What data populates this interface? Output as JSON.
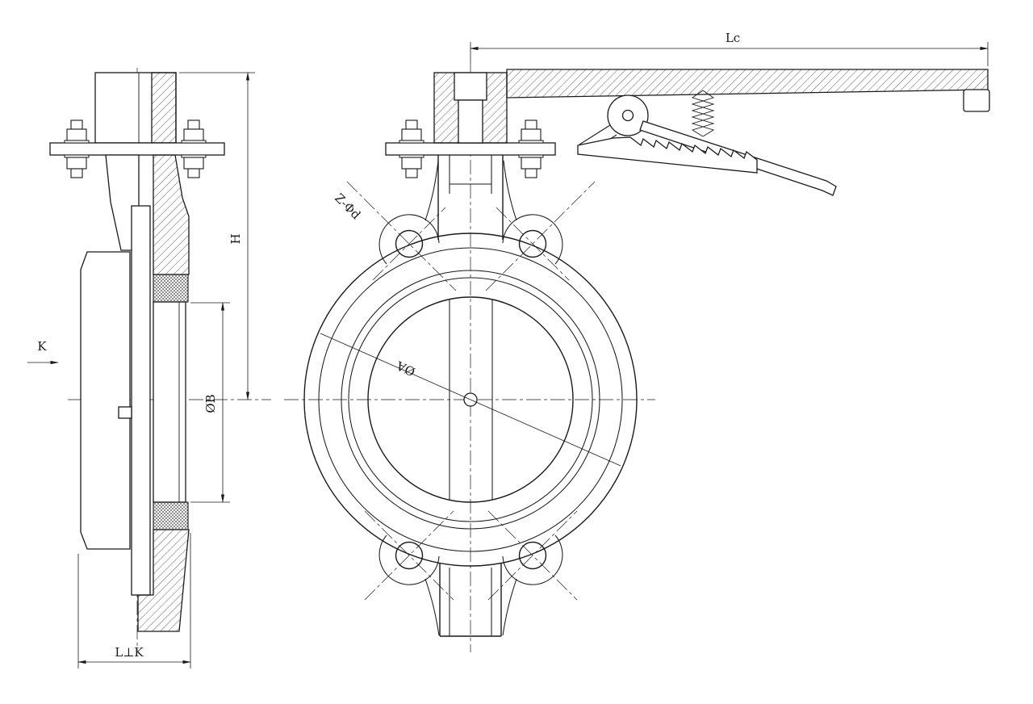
{
  "drawing": {
    "type": "technical-drawing",
    "subject": "butterfly valve with lever handle, side section view and front view",
    "colors": {
      "line": "#1a1a1a",
      "background": "#ffffff"
    },
    "labels": {
      "lc": "Lc",
      "h": "H",
      "k": "K",
      "phi_b": "ØB",
      "l_k": "L⊥K",
      "z_phi_d": "Z-Φd",
      "phi_a": "ØA"
    }
  }
}
